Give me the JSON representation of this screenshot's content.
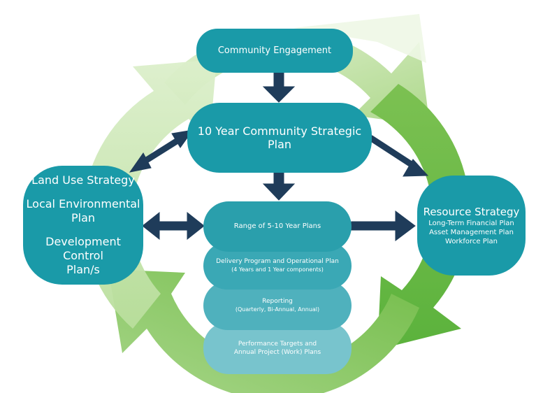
{
  "nodes": {
    "community_engagement": "Community Engagement",
    "strategic_plan": "10 Year Community Strategic Plan",
    "land_use": {
      "title": "Land Use Strategy",
      "line2": "Local Environmental",
      "line3": "Plan",
      "line4": "Development Control",
      "line5": "Plan/s"
    },
    "resource": {
      "title": "Resource Strategy",
      "item1": "Long-Term Financial Plan",
      "item2": "Asset Management Plan",
      "item3": "Workforce Plan"
    },
    "range_plans": "Range of 5-10 Year Plans",
    "delivery": {
      "title": "Delivery Program and Operational Plan",
      "sub": "(4 Years and 1 Year components)"
    },
    "reporting": {
      "title": "Reporting",
      "sub": "(Quarterly, Bi-Annual, Annual)"
    },
    "targets": {
      "line1": "Performance Targets and",
      "line2": "Annual Project (Work) Plans"
    }
  },
  "colors": {
    "box": "#1a9aa8",
    "arrow": "#1f3c5a",
    "cycle_light": "#cfe8b8",
    "cycle_mid": "#9fd27a",
    "cycle_dark": "#6cba45"
  }
}
